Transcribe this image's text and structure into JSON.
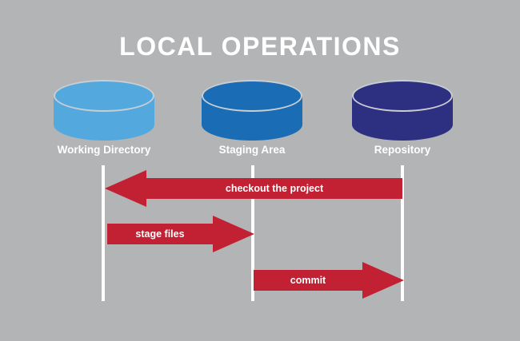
{
  "title": "LOCAL OPERATIONS",
  "nodes": [
    {
      "label": "Working Directory",
      "color": "#53a9de"
    },
    {
      "label": "Staging Area",
      "color": "#1a6cb4"
    },
    {
      "label": "Repository",
      "color": "#2d2f80"
    }
  ],
  "arrows": [
    {
      "label": "checkout the project",
      "direction": "left",
      "from": "Repository",
      "to": "Working Directory"
    },
    {
      "label": "stage files",
      "direction": "right",
      "from": "Working Directory",
      "to": "Staging Area"
    },
    {
      "label": "commit",
      "direction": "right",
      "from": "Staging Area",
      "to": "Repository"
    }
  ],
  "colors": {
    "background": "#b3b4b6",
    "arrow": "#c22033",
    "text": "#ffffff",
    "lane_line": "#ffffff"
  }
}
